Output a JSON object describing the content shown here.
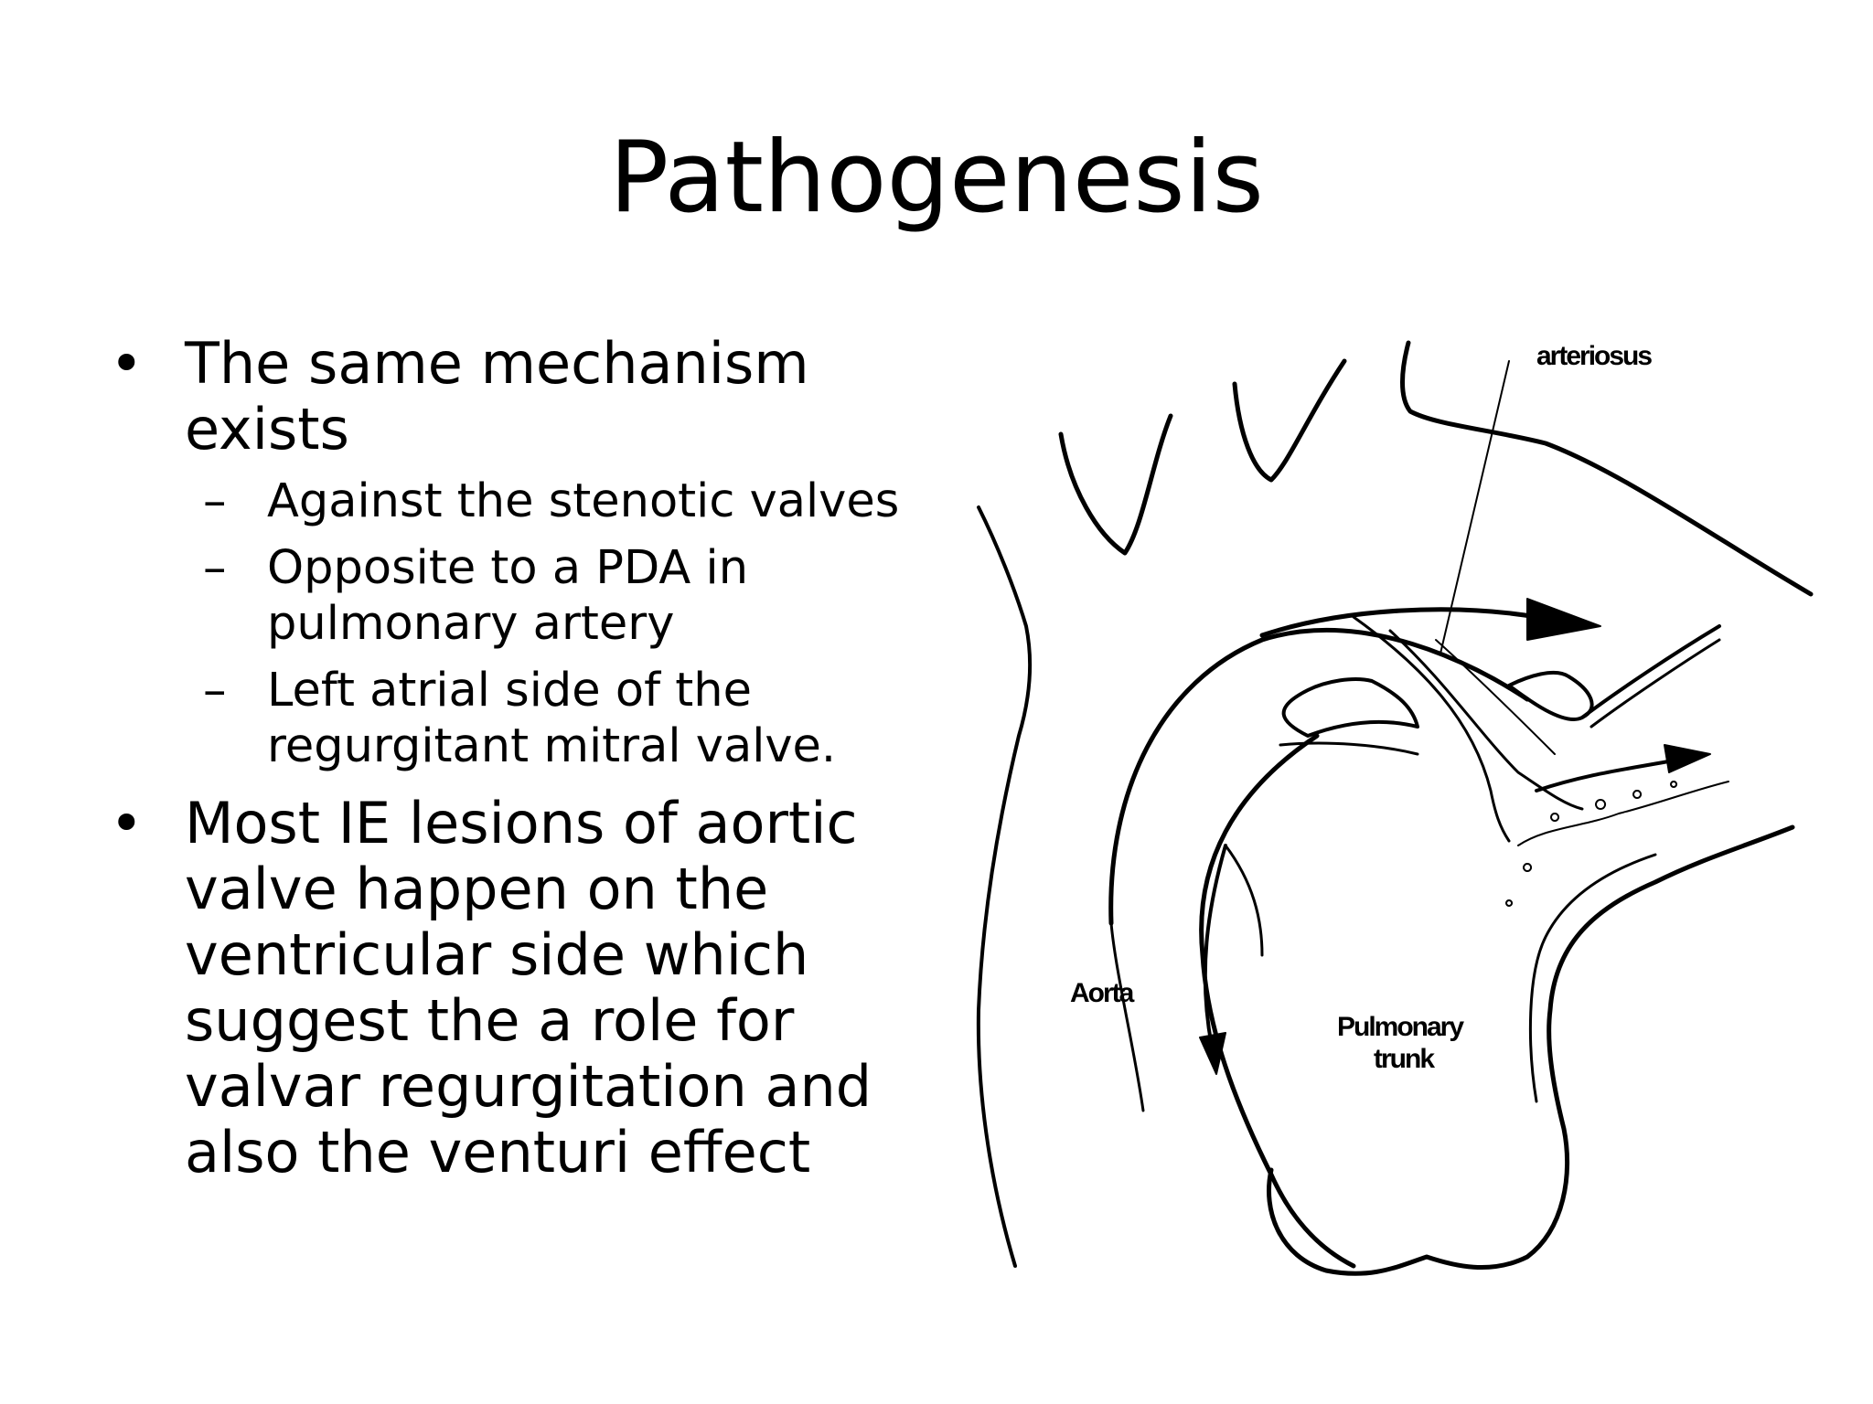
{
  "slide": {
    "title": "Pathogenesis",
    "bullets": [
      {
        "text": "The same mechanism exists",
        "sub": [
          "Against the stenotic valves",
          "Opposite to a PDA in pulmonary artery",
          "Left atrial side of the regurgitant mitral valve."
        ]
      },
      {
        "text": "Most IE lesions of aortic valve happen on the ventricular side which suggest the a role for valvar regurgitation and also the venturi effect"
      }
    ],
    "bullet_symbol": "•",
    "dash_symbol": "–"
  },
  "figure": {
    "labels": {
      "arteriosus": "arteriosus",
      "aorta": "Aorta",
      "pulmonary_line1": "Pulmonary",
      "pulmonary_line2": "trunk"
    }
  }
}
